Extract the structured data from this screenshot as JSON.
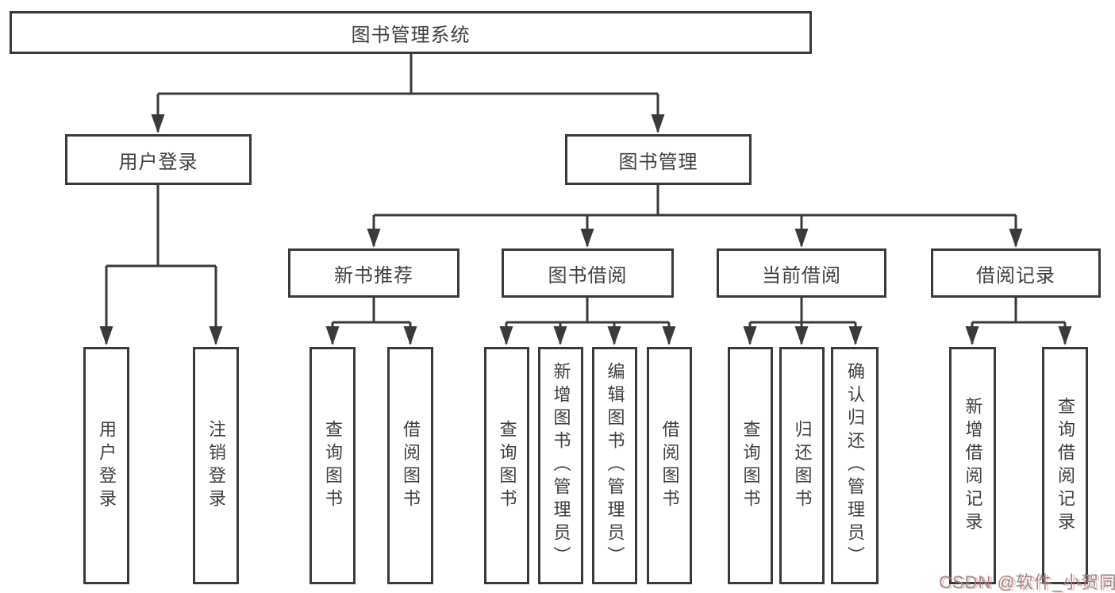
{
  "watermark": "CSDN @软件_小贺同学",
  "colors": {
    "line": "#3a3a3a",
    "text": "#3f3f3f",
    "box_fill": "#ffffff",
    "watermark_gray": "#8a8a8a",
    "watermark_red_shadow": "#fa6e6e"
  },
  "tree": {
    "root": {
      "label": "图书管理系统"
    },
    "branches": [
      {
        "label": "用户登录",
        "children": [
          {
            "label": "用户登录"
          },
          {
            "label": "注销登录"
          }
        ]
      },
      {
        "label": "图书管理",
        "children": [
          {
            "label": "新书推荐",
            "children": [
              {
                "label": "查询图书"
              },
              {
                "label": "借阅图书"
              }
            ]
          },
          {
            "label": "图书借阅",
            "children": [
              {
                "label": "查询图书"
              },
              {
                "label": "新增图书（管理员）"
              },
              {
                "label": "编辑图书（管理员）"
              },
              {
                "label": "借阅图书"
              }
            ]
          },
          {
            "label": "当前借阅",
            "children": [
              {
                "label": "查询图书"
              },
              {
                "label": "归还图书"
              },
              {
                "label": "确认归还（管理员）"
              }
            ]
          },
          {
            "label": "借阅记录",
            "children": [
              {
                "label": "新增借阅记录"
              },
              {
                "label": "查询借阅记录"
              }
            ]
          }
        ]
      }
    ]
  }
}
